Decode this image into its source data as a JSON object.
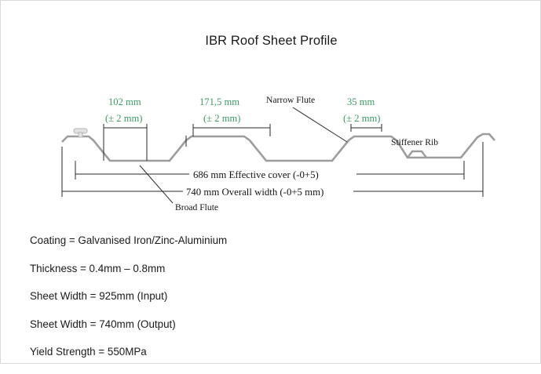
{
  "title": "IBR Roof Sheet Profile",
  "dimensions": {
    "narrow_top": {
      "value": "102 mm",
      "tolerance": "(± 2 mm)"
    },
    "broad_flute": {
      "value": "171,5 mm",
      "tolerance": "(± 2 mm)"
    },
    "narrow_flute_top": {
      "value": "35 mm",
      "tolerance": "(± 2 mm)"
    }
  },
  "callouts": {
    "narrow_flute": "Narrow Flute",
    "broad_flute": "Broad Flute",
    "stiffener_rib": "Stiffener Rib"
  },
  "widths": {
    "effective_cover": "686 mm Effective cover (-0+5)",
    "overall_width": "740 mm Overall width (-0+5 mm)"
  },
  "specs": [
    "Coating = Galvanised Iron/Zinc-Aluminium",
    "Thickness = 0.4mm – 0.8mm",
    "Sheet Width = 925mm (Input)",
    "Sheet Width = 740mm (Output)",
    "Yield Strength = 550MPa"
  ],
  "colors": {
    "dimension_green": "#3d9a64",
    "profile_gray": "#9d9d9d",
    "text_black": "#141414"
  }
}
